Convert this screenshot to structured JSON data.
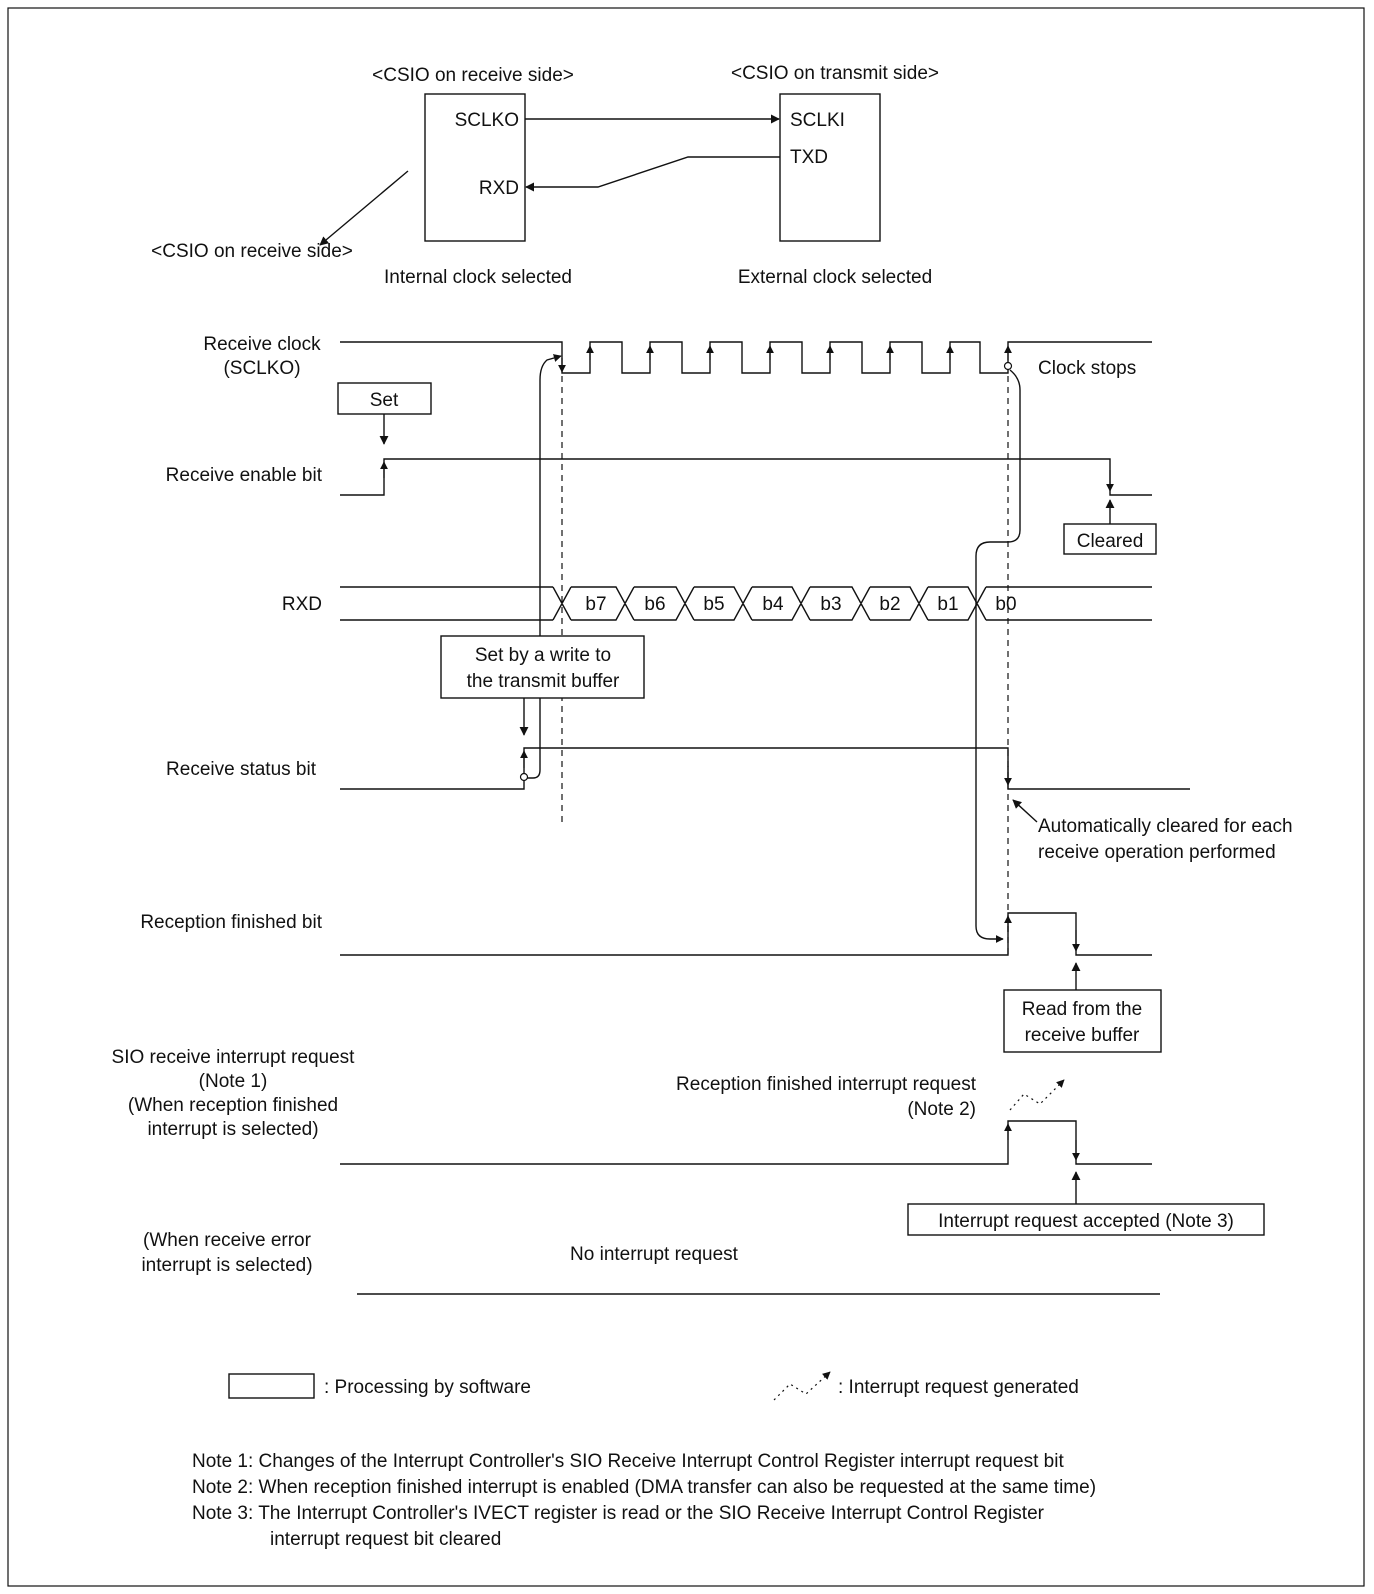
{
  "top": {
    "rx_title": "<CSIO on receive side>",
    "tx_title": "<CSIO on transmit side>",
    "rx_title_2": "<CSIO on receive side>",
    "rx_pin_clk": "SCLKO",
    "rx_pin_data": "RXD",
    "tx_pin_clk": "SCLKI",
    "tx_pin_data": "TXD",
    "rx_caption": "Internal clock selected",
    "tx_caption": "External clock selected"
  },
  "signals": {
    "receive_clock_1": "Receive clock",
    "receive_clock_2": "(SCLKO)",
    "receive_enable": "Receive enable bit",
    "rxd": "RXD",
    "receive_status": "Receive status bit",
    "reception_finished": "Reception finished bit",
    "sio_irq_1": "SIO receive interrupt request",
    "sio_irq_2": "(Note 1)",
    "sio_irq_3": "(When reception finished",
    "sio_irq_4": "interrupt is selected)",
    "err_1": "(When receive error",
    "err_2": "interrupt is selected)"
  },
  "bits": [
    "b7",
    "b6",
    "b5",
    "b4",
    "b3",
    "b2",
    "b1",
    "b0"
  ],
  "annotations": {
    "set": "Set",
    "cleared": "Cleared",
    "clock_stops": "Clock stops",
    "set_by_write_1": "Set by a write to",
    "set_by_write_2": "the transmit buffer",
    "auto_cleared_1": "Automatically cleared for each",
    "auto_cleared_2": "receive operation performed",
    "read_buffer_1": "Read from the",
    "read_buffer_2": "receive buffer",
    "rf_irq_1": "Reception finished interrupt request",
    "rf_irq_2": "(Note 2)",
    "irq_accepted": "Interrupt request accepted (Note 3)",
    "no_irq": "No interrupt request"
  },
  "legend": {
    "software": ": Processing by software",
    "irq_generated": ": Interrupt request generated"
  },
  "notes": {
    "note1": "Note 1: Changes of the Interrupt Controller's SIO Receive Interrupt Control Register interrupt request bit",
    "note2": "Note 2: When reception finished interrupt is enabled (DMA transfer can also be requested at the same time)",
    "note3a": "Note 3: The Interrupt Controller's IVECT register is read or the SIO Receive Interrupt Control Register",
    "note3b": "interrupt request bit cleared"
  }
}
